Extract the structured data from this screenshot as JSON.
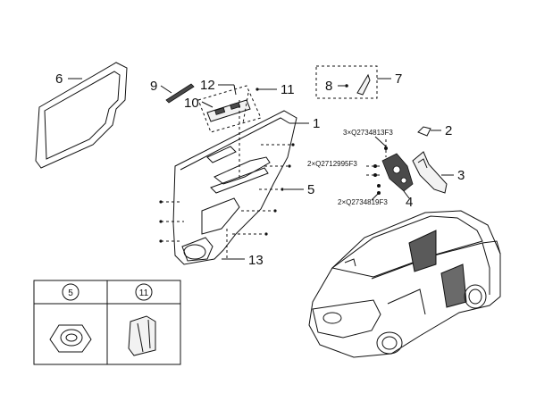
{
  "callouts": {
    "n1": "1",
    "n2": "2",
    "n3": "3",
    "n4": "4",
    "n5": "5",
    "n6": "6",
    "n7": "7",
    "n8": "8",
    "n9": "9",
    "n10": "10",
    "n11": "11",
    "n12": "12",
    "n13": "13"
  },
  "part_codes": {
    "code_a": "3×Q2734813F3",
    "code_b": "2×Q2712995F3",
    "code_c": "2×Q2734819F3"
  },
  "legend": {
    "cell1_label": "5",
    "cell2_label": "11"
  }
}
